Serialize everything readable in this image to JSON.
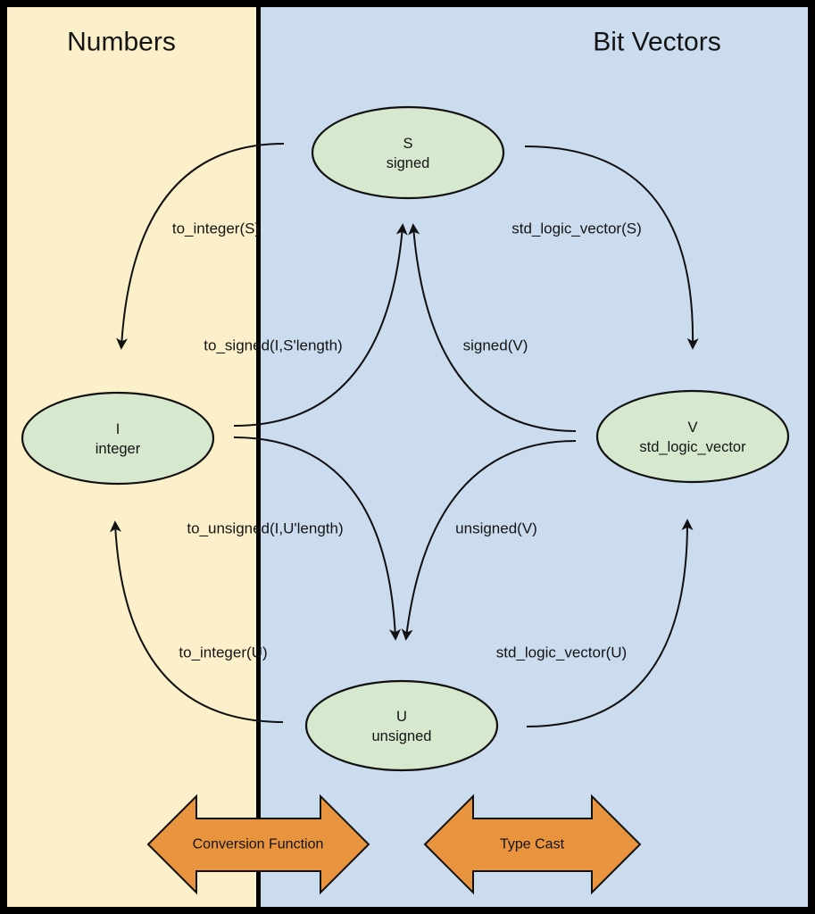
{
  "titles": {
    "numbers": "Numbers",
    "bit_vectors": "Bit Vectors"
  },
  "nodes": {
    "s": {
      "letter": "S",
      "type": "signed"
    },
    "i": {
      "letter": "I",
      "type": "integer"
    },
    "v": {
      "letter": "V",
      "type": "std_logic_vector"
    },
    "u": {
      "letter": "U",
      "type": "unsigned"
    }
  },
  "edges": {
    "s_to_i": {
      "label": "to_integer(S)"
    },
    "s_to_v": {
      "label": "std_logic_vector(S)"
    },
    "i_to_s": {
      "label": "to_signed(I,S'length)"
    },
    "v_to_s": {
      "label": "signed(V)"
    },
    "i_to_u": {
      "label": "to_unsigned(I,U'length)"
    },
    "v_to_u": {
      "label": "unsigned(V)"
    },
    "u_to_i": {
      "label": "to_integer(U)"
    },
    "u_to_v": {
      "label": "std_logic_vector(U)"
    }
  },
  "legend": {
    "conversion_function": "Conversion Function",
    "type_cast": "Type Cast"
  },
  "colors": {
    "frame": "#000000",
    "numbers_panel_bg": "#FBF0CA",
    "bit_vectors_panel_bg": "#CBDCEE",
    "node_fill": "#D6E8CE",
    "legend_arrow_fill": "#E8933D"
  }
}
